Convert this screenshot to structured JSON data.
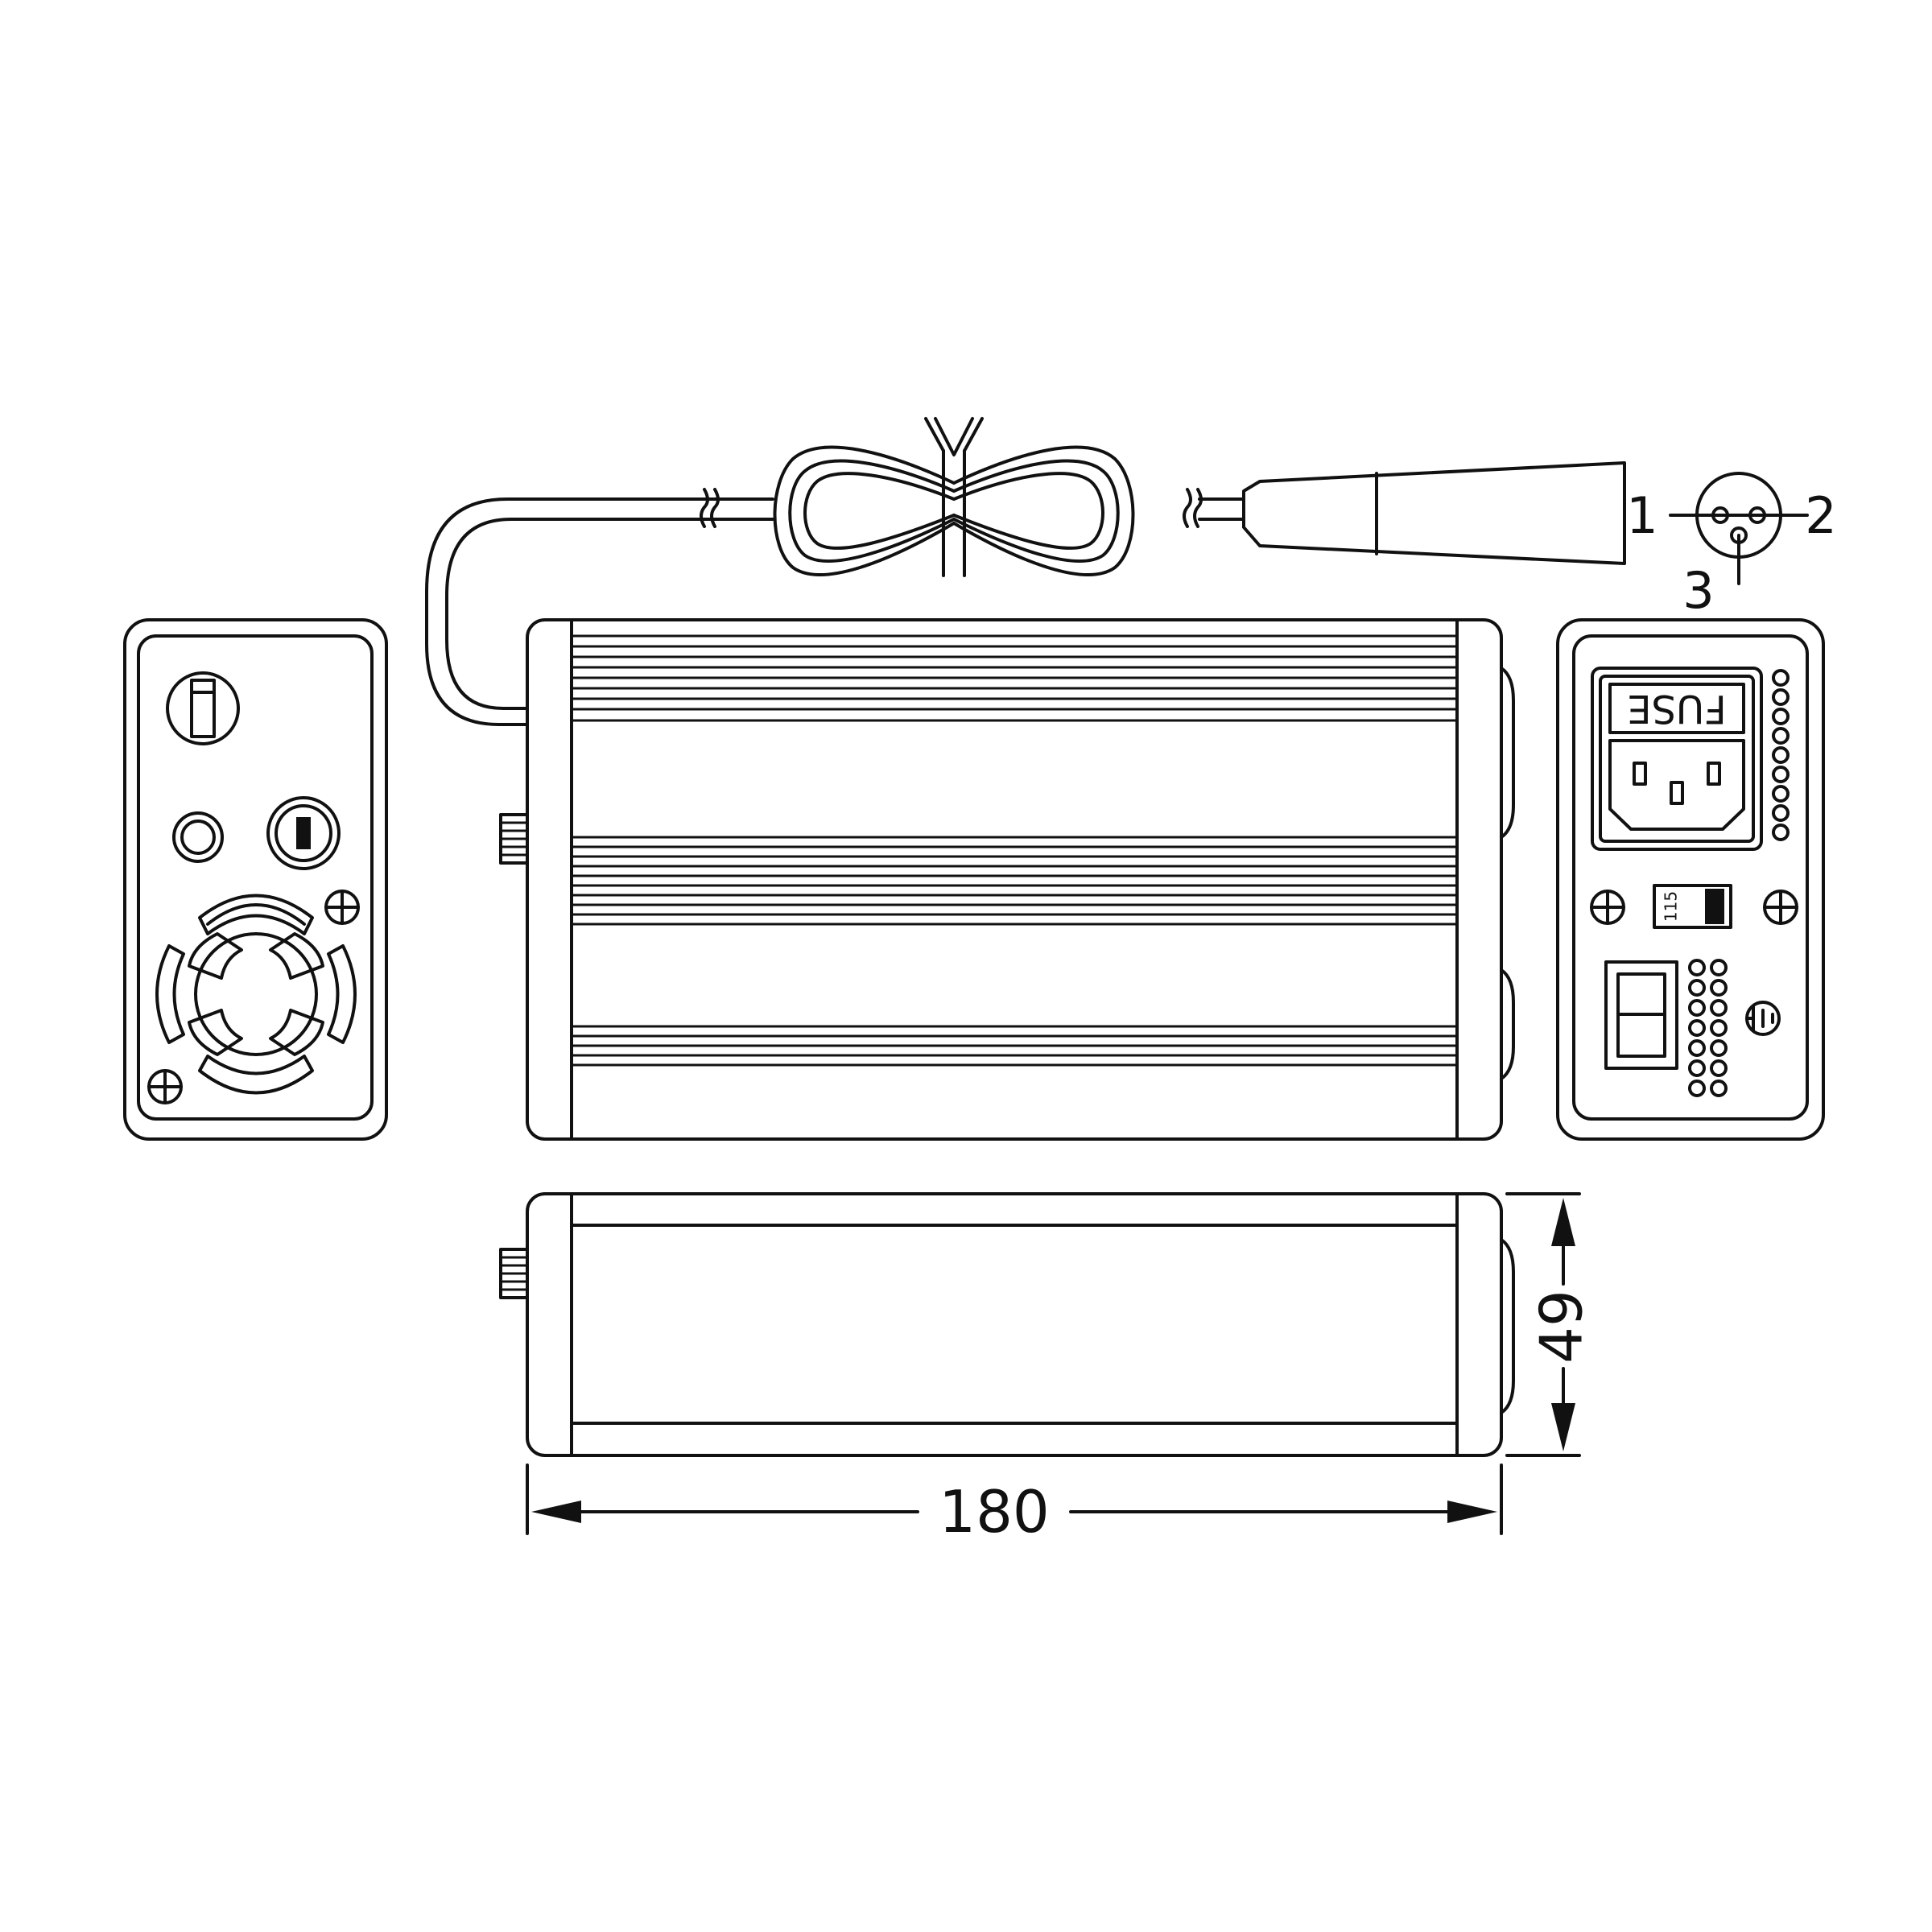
{
  "connector": {
    "pin1_label": "1",
    "pin2_label": "2",
    "pin3_label": "3"
  },
  "rear_panel": {
    "fuse_label": "FUSE",
    "voltage_switch_label": "115"
  },
  "dimensions": {
    "length_label": "180",
    "height_label": "49"
  }
}
